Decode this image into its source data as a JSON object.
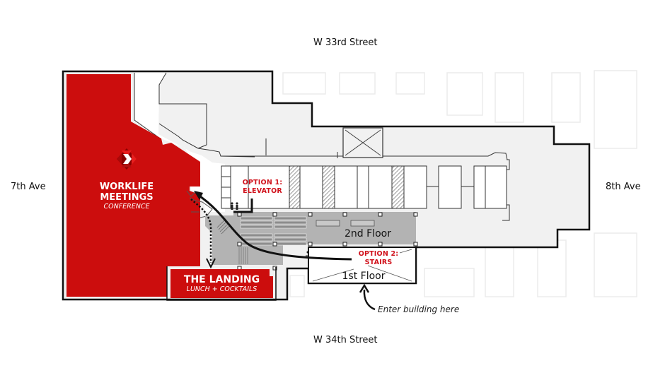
{
  "streets": {
    "north": "W 33rd Street",
    "south": "W 34th Street",
    "west": "7th Ave",
    "east": "8th Ave"
  },
  "venues": {
    "conference": {
      "title_line1": "WORKLIFE",
      "title_line2": "MEETINGS",
      "subtitle": "CONFERENCE",
      "icon": "worklife-logo-icon"
    },
    "landing": {
      "title": "THE LANDING",
      "subtitle": "LUNCH + COCKTAILS"
    }
  },
  "routes": {
    "option1_line1": "OPTION 1:",
    "option1_line2": "ELEVATOR",
    "option2_line1": "OPTION 2:",
    "option2_line2": "STAIRS"
  },
  "floors": {
    "second": "2nd Floor",
    "first": "1st Floor"
  },
  "entrance": {
    "label": "Enter building here"
  },
  "colors": {
    "brand_red": "#cc0d0d",
    "label_red": "#d0111b",
    "floor_gray": "#b3b3b3",
    "building_fill": "#f1f1f1",
    "outline": "#111111"
  }
}
